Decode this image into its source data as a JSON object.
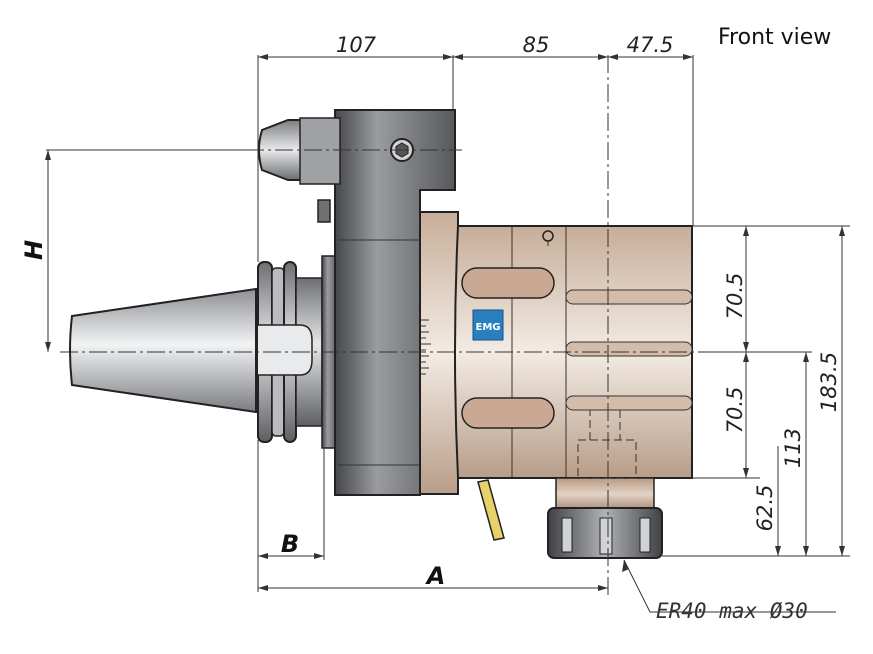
{
  "view_title": "Front view",
  "dimensions": {
    "top_1": "107",
    "top_2": "85",
    "top_3": "47.5",
    "right_1": "70.5",
    "right_2": "70.5",
    "right_3": "62.5",
    "right_4": "113",
    "right_5": "183.5",
    "label_h": "H",
    "label_b": "B",
    "label_a": "A"
  },
  "callout": "ER40 max Ø30",
  "logo_text": "EMG",
  "colors": {
    "body_beige": "#d9c3b0",
    "body_shadow": "#a88f7c",
    "steel_dark": "#5f6165",
    "steel_light": "#d4d6d8",
    "logo_blue": "#2a7fc1",
    "coolant_yellow": "#e8d06a"
  }
}
